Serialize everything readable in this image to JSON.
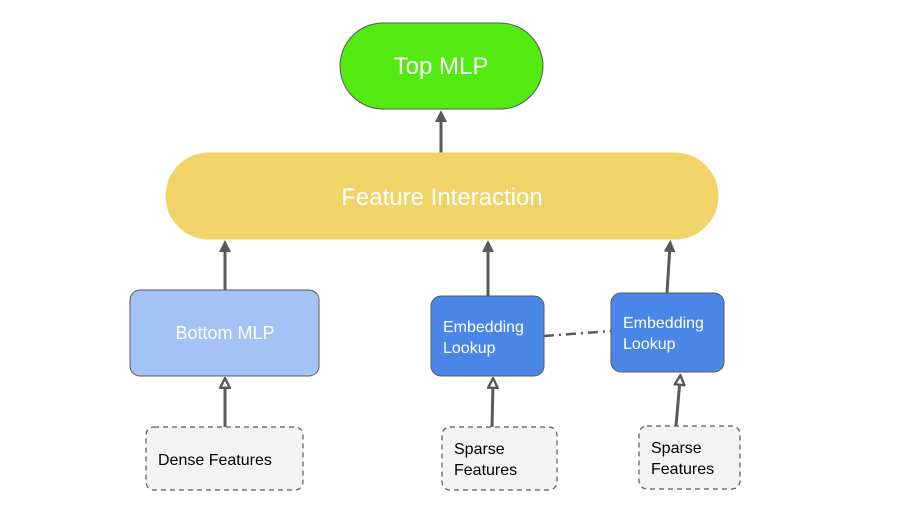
{
  "colors": {
    "top_mlp": "#53ea12",
    "feature_interaction": "#f0d468",
    "bottom_mlp": "#a4c2f4",
    "embedding": "#4a86e8",
    "feature_box": "#f3f3f3",
    "arrow": "#595959",
    "node_border": "#595959"
  },
  "nodes": {
    "top_mlp": "Top MLP",
    "feature_interaction": "Feature Interaction",
    "bottom_mlp": "Bottom MLP",
    "embedding_1_line1": "Embedding",
    "embedding_1_line2": "Lookup",
    "embedding_2_line1": "Embedding",
    "embedding_2_line2": "Lookup",
    "dense_features": "Dense Features",
    "sparse_1_line1": "Sparse",
    "sparse_1_line2": "Features",
    "sparse_2_line1": "Sparse",
    "sparse_2_line2": "Features"
  }
}
